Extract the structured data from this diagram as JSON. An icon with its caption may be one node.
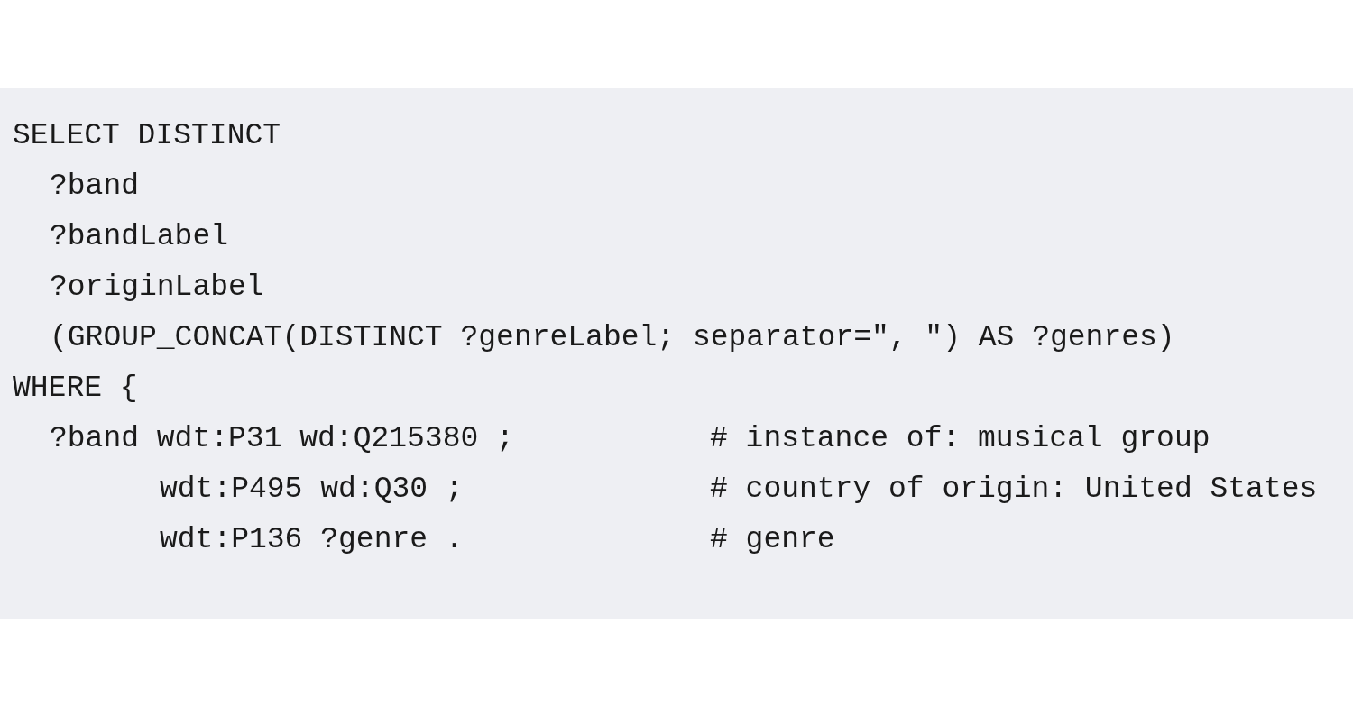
{
  "diagram": {
    "labels": [
      "SELECT DISTINCT",
      "?band",
      "?bandLabel",
      "?originLabel",
      "(GROUP_CONCAT(DISTINCT ?genreLabel; separator=\", \") AS ?genres)",
      "WHERE {",
      "?band wdt:P31 wd:Q215380 ;",
      "# instance of: musical group",
      "wdt:P495 wd:Q30 ;",
      "# country of origin: United States",
      "wdt:P136 ?genre .",
      "# genre"
    ]
  }
}
